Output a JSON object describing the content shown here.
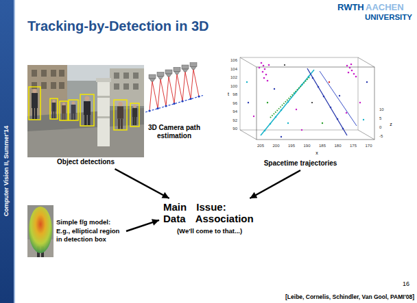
{
  "diagram": {
    "title": "Tracking-by-Detection in 3D",
    "nodes": [
      {
        "text": [
          "Object detections"
        ]
      },
      {
        "text": [
          "3D Camera path estimation"
        ]
      },
      {
        "text": [
          "Spacetime trajectories"
        ]
      },
      {
        "text": [
          "Simple f/g model: E.g., elliptical region in detection box"
        ]
      },
      {
        "text": [
          "Main Issue: Data Association",
          "(We'll come to that...)"
        ]
      }
    ],
    "edges": [
      {
        "from": 0,
        "to": 4,
        "arrow": "to"
      },
      {
        "from": 2,
        "to": 4,
        "arrow": "to"
      },
      {
        "from": 3,
        "to": 4,
        "arrow": "to"
      }
    ],
    "labels": [
      "RWTH",
      "AACHEN",
      "UNIVERSITY",
      "Computer Vision II, Summer'14",
      "16",
      "[Leibe, Cornelis, Schindler, Van Gool, PAMI'08]",
      "106",
      "104",
      "102",
      "100",
      "98",
      "96",
      "94",
      "92",
      "90",
      "t",
      "205",
      "200",
      "195",
      "190",
      "185",
      "180",
      "175",
      "170",
      "x",
      "10",
      "5",
      "0",
      "-5",
      "z"
    ]
  }
}
